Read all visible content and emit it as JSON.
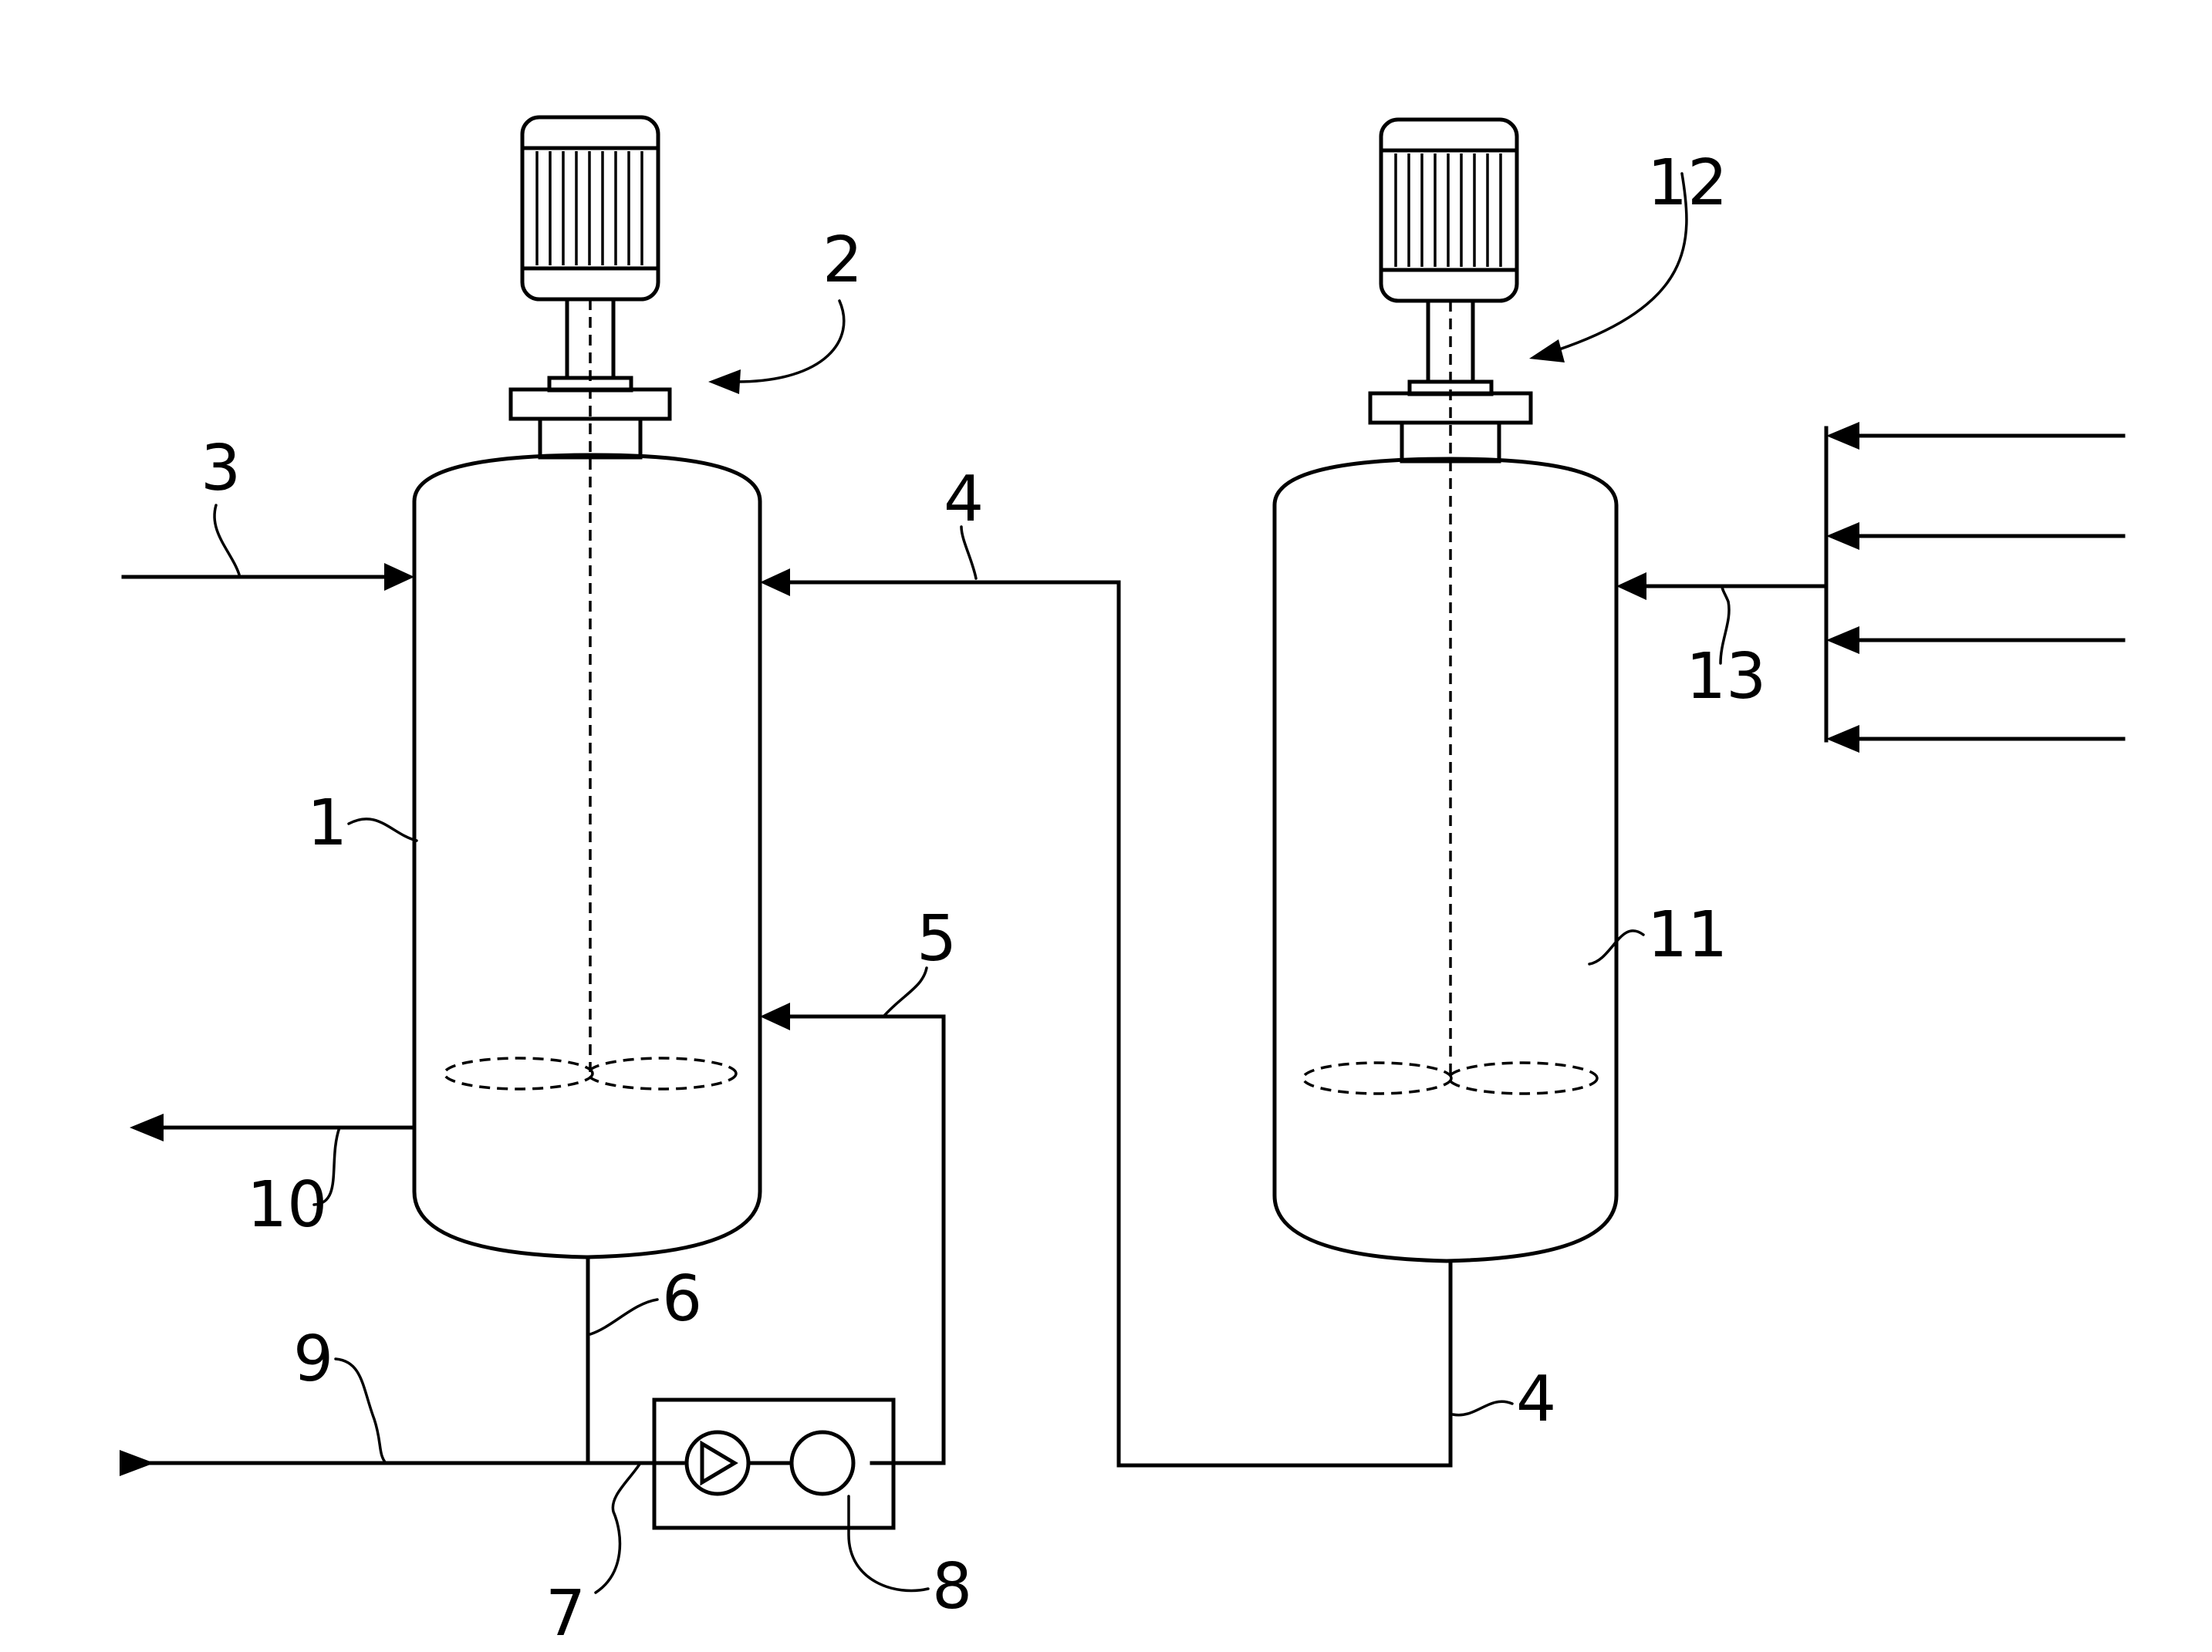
{
  "labels": {
    "vessel_1": "1",
    "agitator_2": "2",
    "feed_3": "3",
    "line_4_top": "4",
    "line_4_bottom": "4",
    "line_5": "5",
    "line_6": "6",
    "pump_7": "7",
    "instrument_8": "8",
    "feed_9": "9",
    "outlet_10": "10",
    "vessel_11": "11",
    "agitator_12": "12",
    "feed_13": "13"
  }
}
